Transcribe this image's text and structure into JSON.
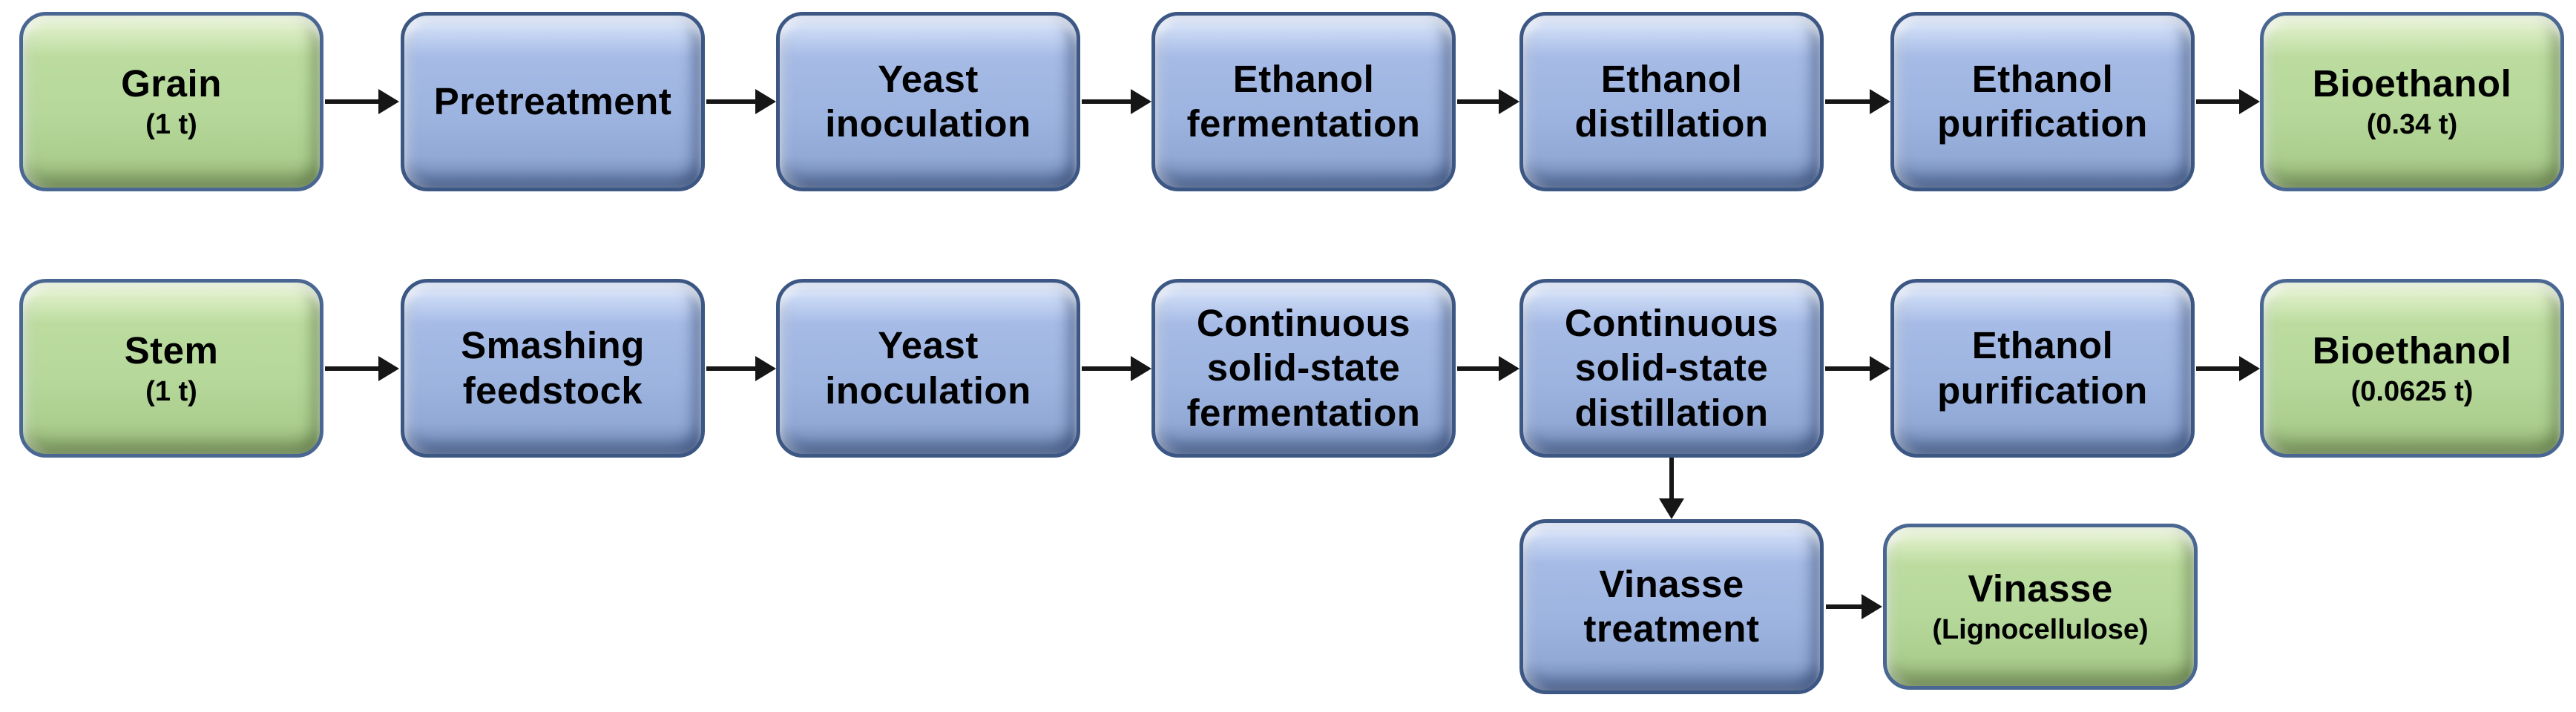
{
  "diagram": {
    "description": "Two-row bioethanol production flowchart with vinasse branch",
    "background": "#ffffff",
    "arrow_color": "#161616",
    "node_types": {
      "process": {
        "fill": "#9db4e0",
        "border": "#3c5783"
      },
      "material": {
        "fill": "#b5d89a",
        "border": "#4a6793"
      }
    },
    "rows": [
      {
        "id": "grain-route",
        "nodes": [
          {
            "label": "Grain",
            "sublabel": "(1 t)",
            "type": "material"
          },
          {
            "label": "Pretreatment",
            "type": "process"
          },
          {
            "label": "Yeast inoculation",
            "type": "process"
          },
          {
            "label": "Ethanol fermentation",
            "type": "process"
          },
          {
            "label": "Ethanol distillation",
            "type": "process"
          },
          {
            "label": "Ethanol purification",
            "type": "process"
          },
          {
            "label": "Bioethanol",
            "sublabel": "(0.34 t)",
            "type": "material"
          }
        ]
      },
      {
        "id": "stem-route",
        "nodes": [
          {
            "label": "Stem",
            "sublabel": "(1 t)",
            "type": "material"
          },
          {
            "label": "Smashing feedstock",
            "type": "process"
          },
          {
            "label": "Yeast inoculation",
            "type": "process"
          },
          {
            "label": "Continuous solid-state fermentation",
            "type": "process"
          },
          {
            "label": "Continuous solid-state distillation",
            "type": "process"
          },
          {
            "label": "Ethanol purification",
            "type": "process"
          },
          {
            "label": "Bioethanol",
            "sublabel": "(0.0625 t)",
            "type": "material"
          }
        ]
      },
      {
        "id": "vinasse-branch",
        "nodes": [
          {
            "label": "Vinasse treatment",
            "type": "process"
          },
          {
            "label": "Vinasse",
            "sublabel": "(Lignocellulose)",
            "type": "material"
          }
        ]
      }
    ],
    "connections": [
      "grain-route: left-to-right chain of 7 nodes",
      "stem-route: left-to-right chain of 7 nodes",
      "continuous solid-state distillation -> down -> vinasse treatment",
      "vinasse treatment -> right -> vinasse (lignocellulose)"
    ]
  }
}
